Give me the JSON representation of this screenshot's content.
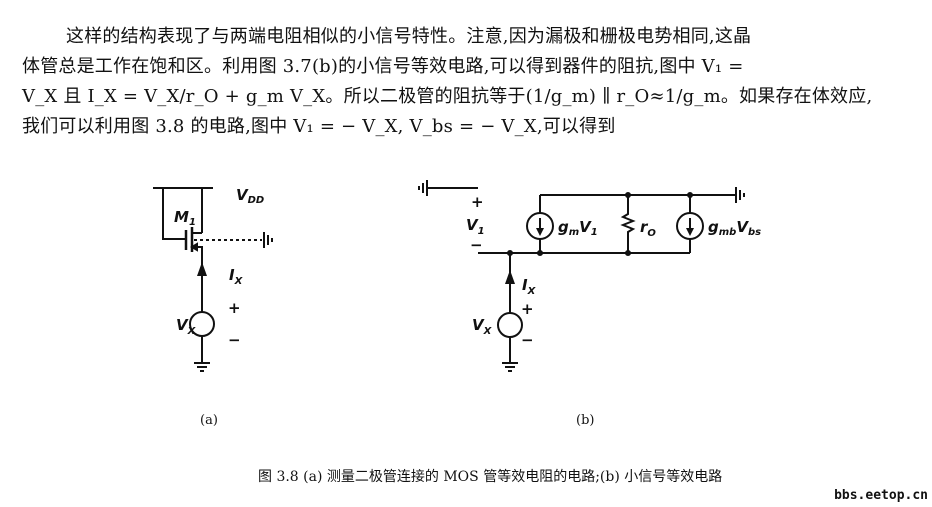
{
  "body_text": {
    "line1": "这样的结构表现了与两端电阻相似的小信号特性。注意,因为漏极和栅极电势相同,这晶",
    "line2": "体管总是工作在饱和区。利用图 3.7(b)的小信号等效电路,可以得到器件的阻抗,图中 V₁ =",
    "line3": "V_X 且 I_X = V_X/r_O + g_m V_X。所以二极管的阻抗等于(1/g_m) ∥ r_O≈1/g_m。如果存在体效应,",
    "line4": "我们可以利用图 3.8 的电路,图中 V₁ = − V_X, V_bs = − V_X,可以得到"
  },
  "figure": {
    "a": {
      "vdd": "V",
      "vdd_sub": "DD",
      "m1": "M",
      "m1_sub": "1",
      "ix": "I",
      "ix_sub": "X",
      "vx": "V",
      "vx_sub": "X",
      "plus": "+",
      "minus": "−",
      "label": "(a)"
    },
    "b": {
      "v1": "V",
      "v1_sub": "1",
      "plus": "+",
      "minus": "−",
      "gm": "g",
      "gm_sub": "m",
      "gm_v": "V",
      "gm_v_sub": "1",
      "ro": "r",
      "ro_sub": "O",
      "gmb": "g",
      "gmb_sub": "mb",
      "gmb_v": "V",
      "gmb_v_sub": "bs",
      "ix": "I",
      "ix_sub": "X",
      "vx": "V",
      "vx_sub": "X",
      "label": "(b)"
    },
    "caption": "图 3.8  (a) 测量二极管连接的 MOS 管等效电阻的电路;(b) 小信号等效电路"
  },
  "watermark": "bbs.eetop.cn"
}
